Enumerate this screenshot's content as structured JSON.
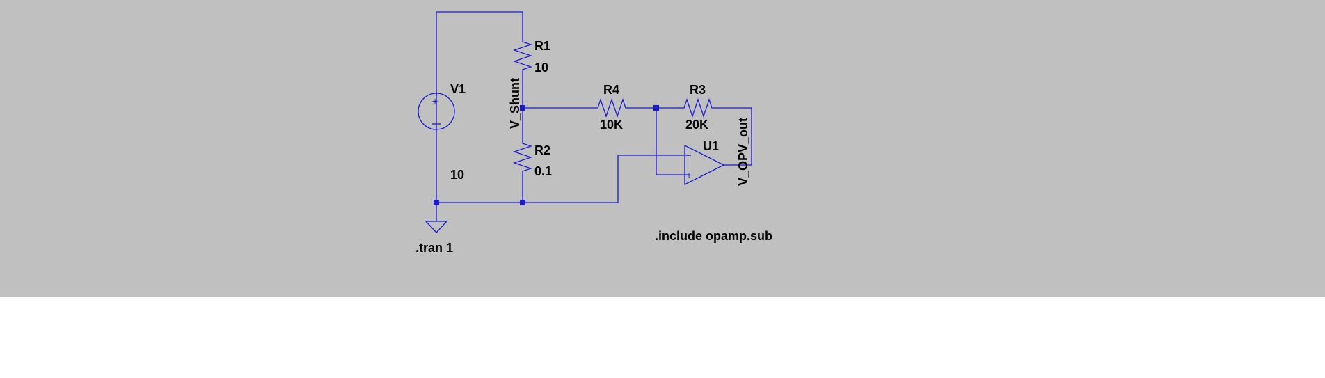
{
  "components": {
    "v1": {
      "name": "V1",
      "value": "10"
    },
    "r1": {
      "name": "R1",
      "value": "10"
    },
    "r2": {
      "name": "R2",
      "value": "0.1"
    },
    "r3": {
      "name": "R3",
      "value": "20K"
    },
    "r4": {
      "name": "R4",
      "value": "10K"
    },
    "u1": {
      "name": "U1"
    }
  },
  "net_labels": {
    "shunt": "V_Shunt",
    "opv_out": "V_OPV_out"
  },
  "directives": {
    "tran": ".tran 1",
    "include": ".include opamp.sub"
  },
  "colors": {
    "background": "#c0c0c0",
    "wire": "#1a1ad0",
    "text": "#000000"
  }
}
